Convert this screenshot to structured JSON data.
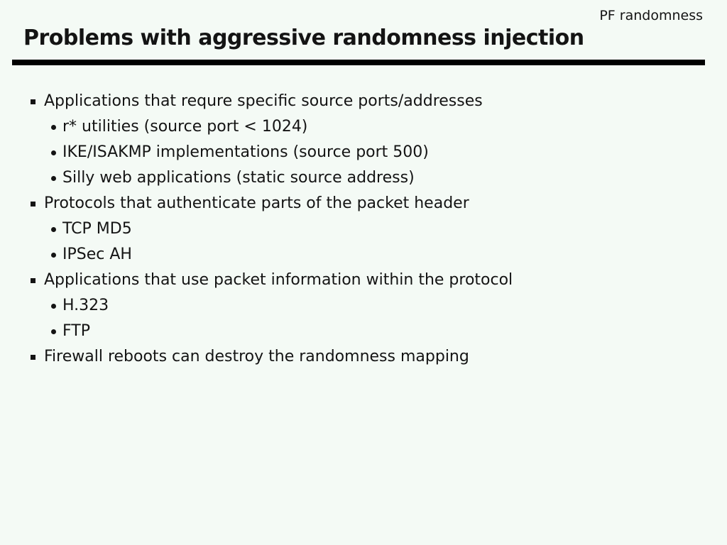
{
  "slide": {
    "corner_label": "PF randomness",
    "title": "Problems with aggressive randomness injection",
    "bullets": [
      {
        "level": 1,
        "text": "Applications that requre specific source ports/addresses"
      },
      {
        "level": 2,
        "text": "r* utilities (source port < 1024)"
      },
      {
        "level": 2,
        "text": "IKE/ISAKMP implementations (source port 500)"
      },
      {
        "level": 2,
        "text": "Silly web applications (static source address)"
      },
      {
        "level": 1,
        "text": "Protocols that authenticate parts of the packet header"
      },
      {
        "level": 2,
        "text": "TCP MD5"
      },
      {
        "level": 2,
        "text": "IPSec AH"
      },
      {
        "level": 1,
        "text": "Applications that use packet information within the protocol"
      },
      {
        "level": 2,
        "text": "H.323"
      },
      {
        "level": 2,
        "text": "FTP"
      },
      {
        "level": 1,
        "text": "Firewall reboots can destroy the randomness mapping"
      }
    ],
    "colors": {
      "background": "#f4faf5",
      "text": "#141414",
      "rule": "#000000"
    }
  }
}
